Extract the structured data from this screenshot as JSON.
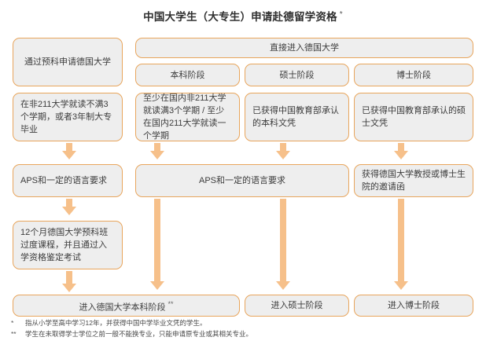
{
  "title": {
    "text": "中国大学生（大专生）申请赴德留学资格",
    "footnote_mark": "*"
  },
  "nodes": {
    "prep_track": "通过预科申请德国大学",
    "direct_track": "直接进入德国大学",
    "stage_bachelor": "本科阶段",
    "stage_master": "硕士阶段",
    "stage_phd": "博士阶段",
    "req_prep": "在非211大学就读不满3个学期，或者3年制大专毕业",
    "req_bachelor": "至少在国内非211大学就读满3个学期 / 至少在国内211大学就读一个学期",
    "req_master": "已获得中国教育部承认的本科文凭",
    "req_phd": "已获得中国教育部承认的硕士文凭",
    "aps_prep": "APS和一定的语言要求",
    "aps_mid": "APS和一定的语言要求",
    "invitation": "获得德国大学教授或博士生院的邀请函",
    "foundation_course": "12个月德国大学预科班过度课程，并且通过入学资格鉴定考试",
    "enter_bachelor": "进入德国大学本科阶段",
    "enter_bachelor_mark": "**",
    "enter_master": "进入硕士阶段",
    "enter_phd": "进入博士阶段"
  },
  "footnotes": [
    {
      "mark": "*",
      "text": "指从小学至高中学习12年，并获得中国中学毕业文凭的学生。"
    },
    {
      "mark": "**",
      "text": "学生在未取得学士学位之前一般不能换专业，只能申请原专业或其相关专业。"
    }
  ],
  "colors": {
    "border": "#e8a55c",
    "fill": "#eeeeee",
    "arrow": "#f6c08a",
    "text": "#3c3c3c",
    "background": "#ffffff"
  }
}
